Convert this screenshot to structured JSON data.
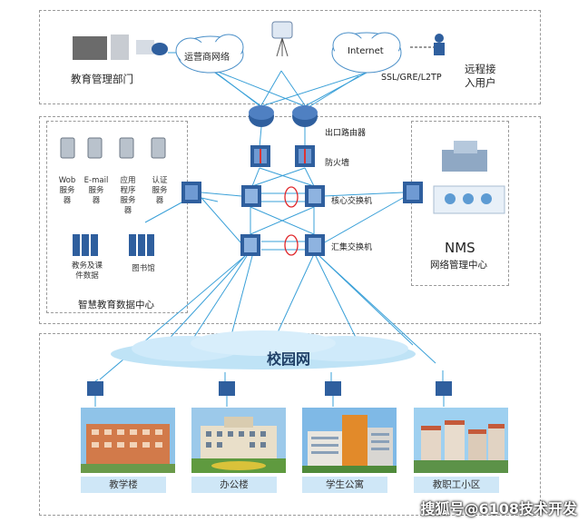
{
  "top": {
    "edu_dept": "教育管理部门",
    "carrier_net": "运营商网络",
    "internet": "Internet",
    "vpn": "SSL/GRE/L2TP",
    "remote_user": "远程接\n入用户"
  },
  "core": {
    "exit_router": "出口路由器",
    "firewall": "防火墙",
    "core_switch": "核心交换机",
    "agg_switch": "汇集交换机"
  },
  "datacenter": {
    "title": "智慧教育数据中心",
    "servers": [
      {
        "label": "Wob\n服务\n器"
      },
      {
        "label": "E-mail\n服务\n器"
      },
      {
        "label": "应用\n程序\n服务\n器"
      },
      {
        "label": "认证\n服务\n器"
      }
    ],
    "storage": [
      {
        "label": "教务及课\n件数据"
      },
      {
        "label": "图书馆"
      }
    ]
  },
  "nms": {
    "title": "NMS",
    "subtitle": "网络管理中心"
  },
  "campus": {
    "title": "校园网",
    "buildings": [
      {
        "label": "教学楼"
      },
      {
        "label": "办公楼"
      },
      {
        "label": "学生公寓"
      },
      {
        "label": "教职工小区"
      }
    ]
  },
  "watermark": "搜狐号@6108技术开发",
  "colors": {
    "link": "#3aa0d8",
    "device_blue": "#2f5f9e",
    "cloud": "#bfe3f6",
    "caption_bg": "#cfe7f7",
    "ring": "#e0262a"
  }
}
